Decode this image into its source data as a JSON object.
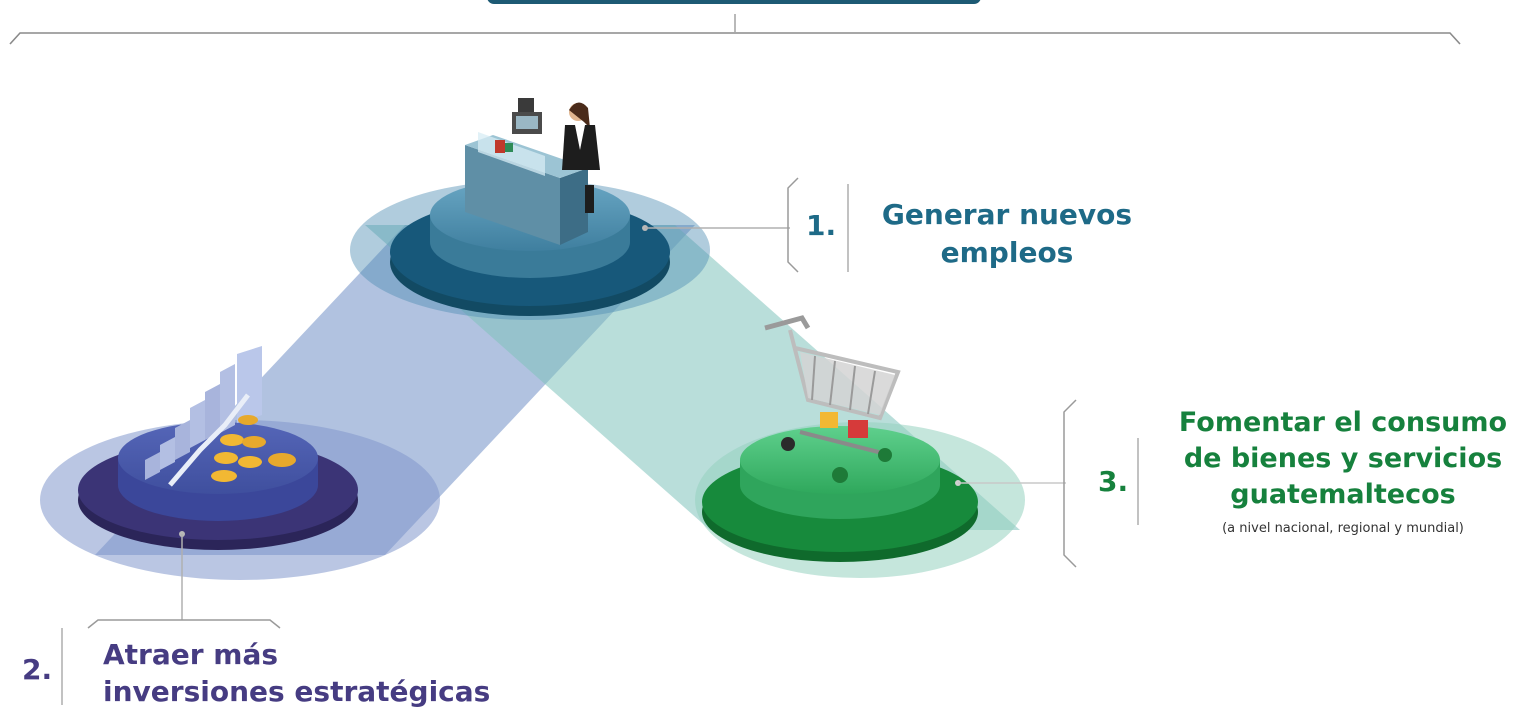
{
  "colors": {
    "header_bar": "#1d5a74",
    "objective_1": "#1e6a87",
    "objective_2": "#463c82",
    "objective_3": "#16813d",
    "line_gray": "#8a8a8a"
  },
  "objectives": [
    {
      "number": "1.",
      "line1": "Generar nuevos",
      "line2": "empleos",
      "icon": "cashier-worker-icon"
    },
    {
      "number": "2.",
      "line1": "Atraer más",
      "line2": "inversiones estratégicas",
      "icon": "growth-chart-coins-icon"
    },
    {
      "number": "3.",
      "line1": "Fomentar el consumo",
      "line2": "de bienes y servicios",
      "line3": "guatemaltecos",
      "note": "(a nivel nacional, regional y mundial)",
      "icon": "shopping-cart-icon"
    }
  ]
}
